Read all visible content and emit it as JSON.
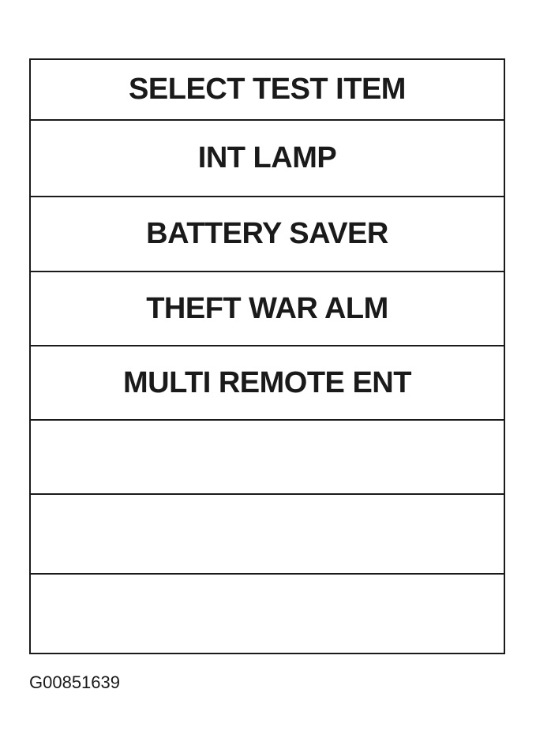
{
  "menu": {
    "header": "SELECT TEST ITEM",
    "items": [
      "INT LAMP",
      "BATTERY SAVER",
      "THEFT WAR ALM",
      "MULTI REMOTE ENT",
      "",
      "",
      ""
    ]
  },
  "figure_id": "G00851639"
}
